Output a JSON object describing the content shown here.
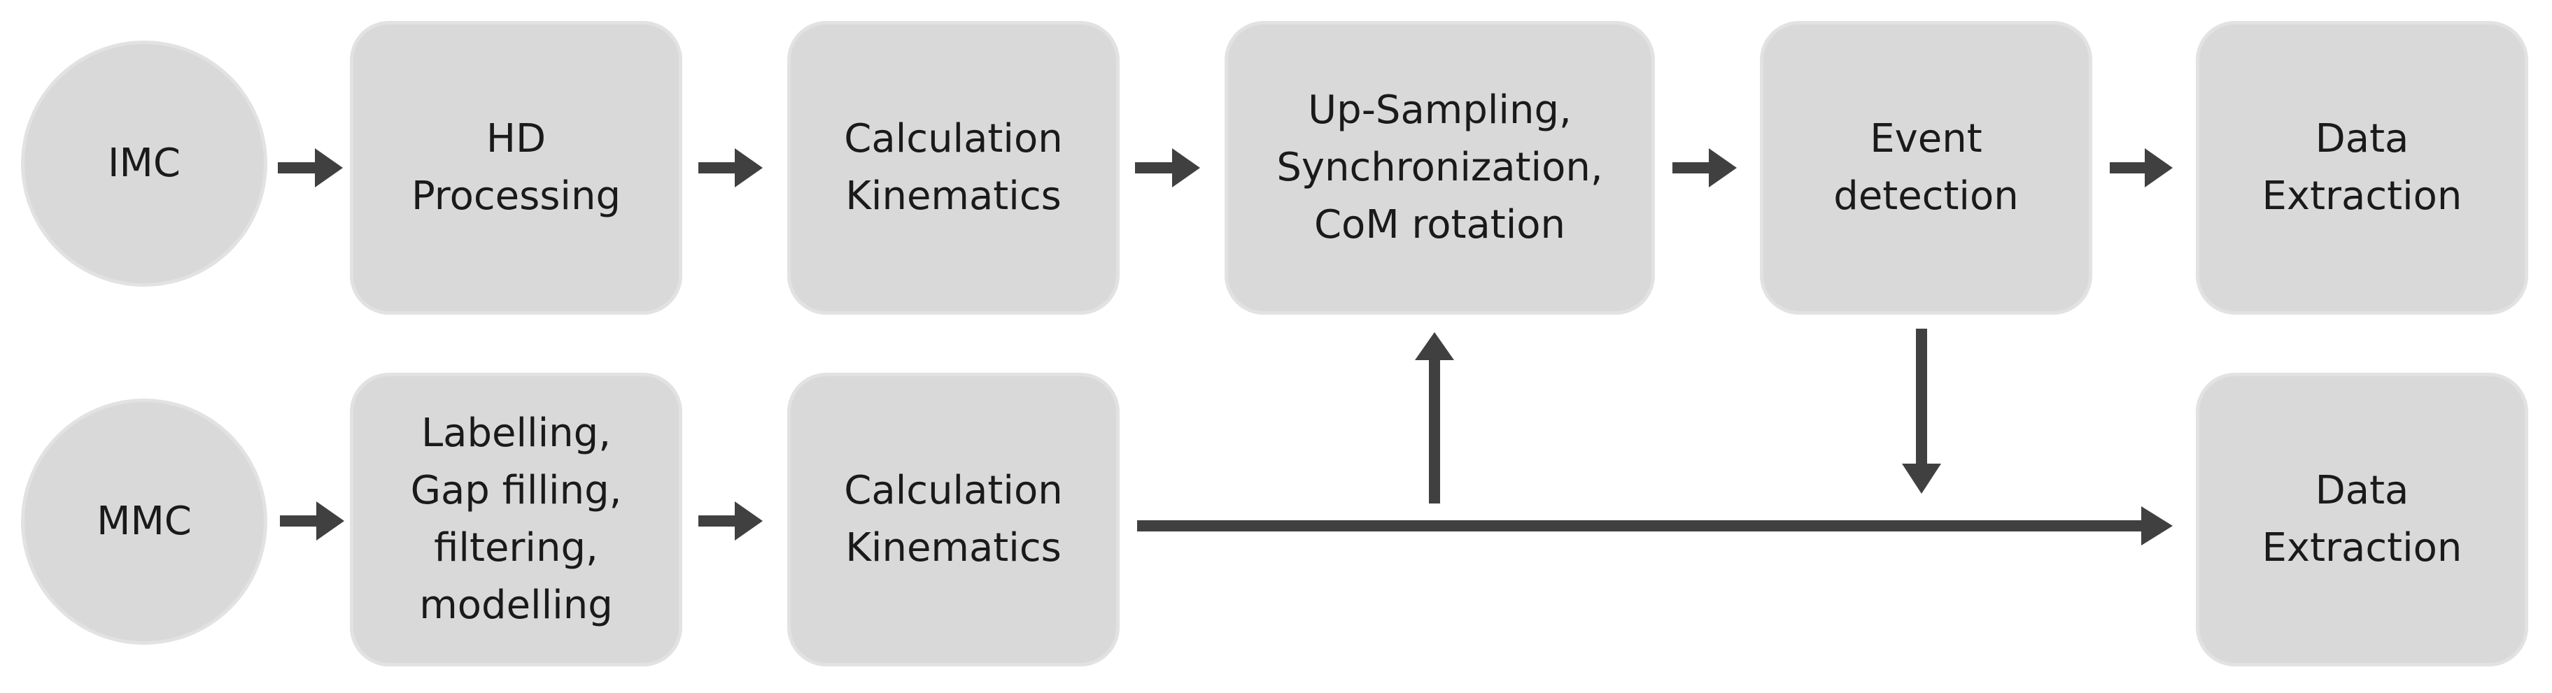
{
  "diagram": {
    "top_row": {
      "start": "IMC",
      "steps": [
        "HD\nProcessing",
        "Calculation\nKinematics",
        "Up-Sampling,\nSynchronization,\nCoM rotation",
        "Event\ndetection",
        "Data\nExtraction"
      ]
    },
    "bottom_row": {
      "start": "MMC",
      "steps": [
        "Labelling,\nGap filling,\nfiltering,\nmodelling",
        "Calculation\nKinematics",
        "Data\nExtraction"
      ]
    },
    "colors": {
      "node_fill": "#d9d9d9",
      "node_border": "#e2e2e2",
      "arrow": "#404040",
      "text": "#1a1a1a"
    }
  }
}
